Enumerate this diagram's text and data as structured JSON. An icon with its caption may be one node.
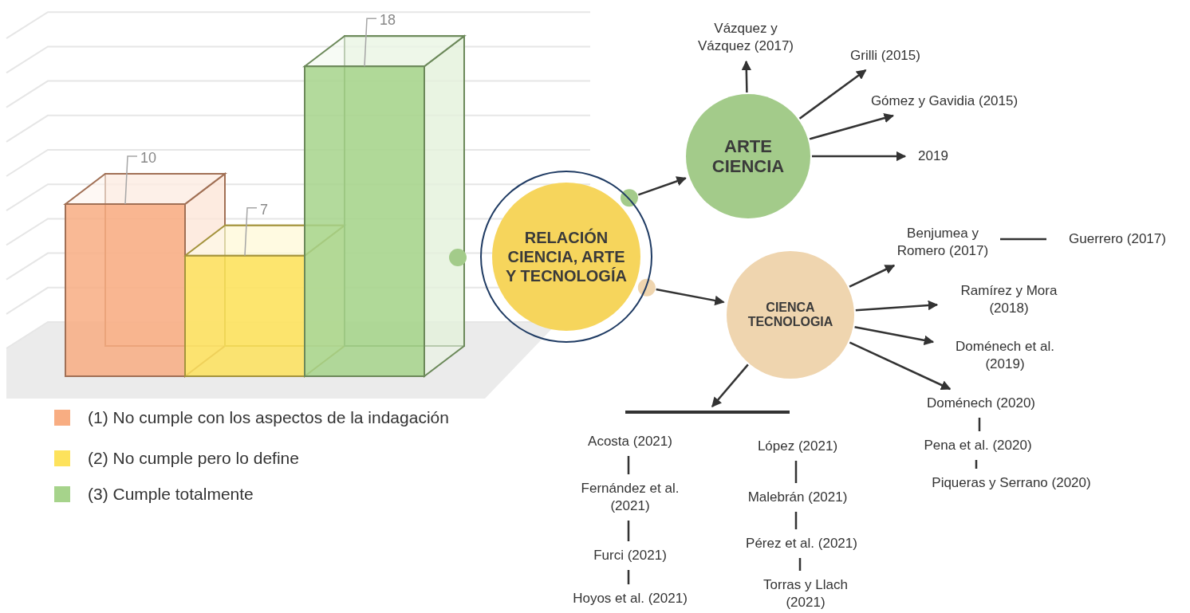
{
  "diagram": {
    "nodes": [
      {
        "text": [
          "RELACIÓN CIENCIA, ARTE Y TECNOLOGÍA"
        ]
      },
      {
        "text": [
          "ARTE CIENCIA"
        ]
      },
      {
        "text": [
          "Vázquez y Vázquez (2017)"
        ]
      },
      {
        "text": [
          "Grilli (2015)"
        ]
      },
      {
        "text": [
          "Gómez y Gavidia (2015)"
        ]
      },
      {
        "text": [
          "2019"
        ]
      },
      {
        "text": [
          "CIENCA TECNOLOGIA"
        ]
      },
      {
        "text": [
          "Benjumea y Romero (2017)"
        ]
      },
      {
        "text": [
          "Guerrero (2017)"
        ]
      },
      {
        "text": [
          "Ramírez y Mora (2018)"
        ]
      },
      {
        "text": [
          "Doménech et al. (2019)"
        ]
      },
      {
        "text": [
          "Doménech (2020)"
        ]
      },
      {
        "text": [
          "Pena et al. (2020)"
        ]
      },
      {
        "text": [
          "Piqueras y Serrano (2020)"
        ]
      },
      {
        "text": [],
        "shape": "bar"
      },
      {
        "text": [
          "Acosta (2021)"
        ]
      },
      {
        "text": [
          "Fernández et al. (2021)"
        ]
      },
      {
        "text": [
          "Furci (2021)"
        ]
      },
      {
        "text": [
          "Hoyos et al. (2021)"
        ]
      },
      {
        "text": [
          "López (2021)"
        ]
      },
      {
        "text": [
          "Malebrán (2021)"
        ]
      },
      {
        "text": [
          "Pérez et al. (2021)"
        ]
      },
      {
        "text": [
          "Torras y Llach (2021)"
        ]
      }
    ],
    "edges": [
      {
        "from": 0,
        "to": 1,
        "arrow": "to"
      },
      {
        "from": 0,
        "to": 6,
        "arrow": "to"
      },
      {
        "from": 1,
        "to": 2,
        "arrow": "to"
      },
      {
        "from": 1,
        "to": 3,
        "arrow": "to"
      },
      {
        "from": 1,
        "to": 4,
        "arrow": "to"
      },
      {
        "from": 1,
        "to": 5,
        "arrow": "to"
      },
      {
        "from": 6,
        "to": 7,
        "arrow": "to"
      },
      {
        "from": 7,
        "to": 8,
        "arrow": "none"
      },
      {
        "from": 6,
        "to": 9,
        "arrow": "to"
      },
      {
        "from": 6,
        "to": 10,
        "arrow": "to"
      },
      {
        "from": 6,
        "to": 11,
        "arrow": "to"
      },
      {
        "from": 11,
        "to": 12,
        "arrow": "none"
      },
      {
        "from": 12,
        "to": 13,
        "arrow": "none"
      },
      {
        "from": 6,
        "to": 14,
        "arrow": "to"
      },
      {
        "from": 15,
        "to": 16,
        "arrow": "none"
      },
      {
        "from": 16,
        "to": 17,
        "arrow": "none"
      },
      {
        "from": 17,
        "to": 18,
        "arrow": "none"
      },
      {
        "from": 19,
        "to": 20,
        "arrow": "none"
      },
      {
        "from": 20,
        "to": 21,
        "arrow": "none"
      },
      {
        "from": 21,
        "to": 22,
        "arrow": "none"
      }
    ],
    "chart_data": {
      "type": "bar",
      "data_labels": true,
      "series": [
        {
          "name": "(1) No cumple con los aspectos de la indagación",
          "color": "#f8ad82",
          "values": [
            10
          ]
        },
        {
          "name": "(2) No cumple pero lo define",
          "color": "#fde25c",
          "values": [
            7
          ]
        },
        {
          "name": "(3) Cumple totalmente",
          "color": "#a6d38b",
          "values": [
            18
          ]
        }
      ]
    }
  }
}
